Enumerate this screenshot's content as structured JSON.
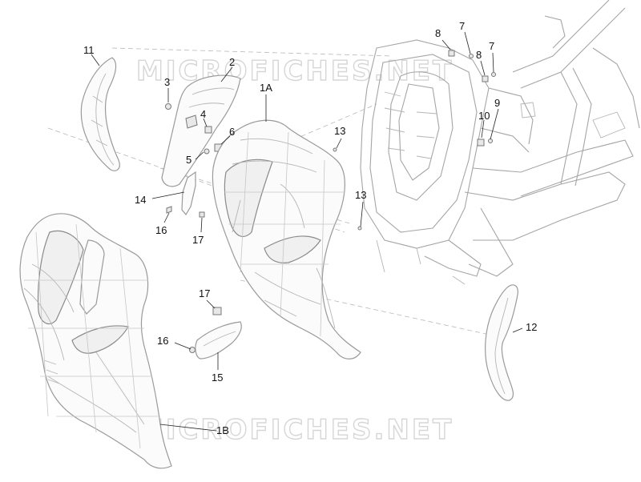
{
  "watermarks": {
    "top": "MICROFICHES.NET",
    "bottom": "MICROFICHES.NET"
  },
  "callouts": {
    "c11": "11",
    "c2": "2",
    "c3": "3",
    "c1a": "1A",
    "c4": "4",
    "c6": "6",
    "c5": "5",
    "c14": "14",
    "c16a": "16",
    "c17a": "17",
    "c13a": "13",
    "c13b": "13",
    "c8a": "8",
    "c7a": "7",
    "c8b": "8",
    "c7b": "7",
    "c9": "9",
    "c10": "10",
    "c17b": "17",
    "c16b": "16",
    "c15": "15",
    "c12": "12",
    "c1b": "1B"
  }
}
